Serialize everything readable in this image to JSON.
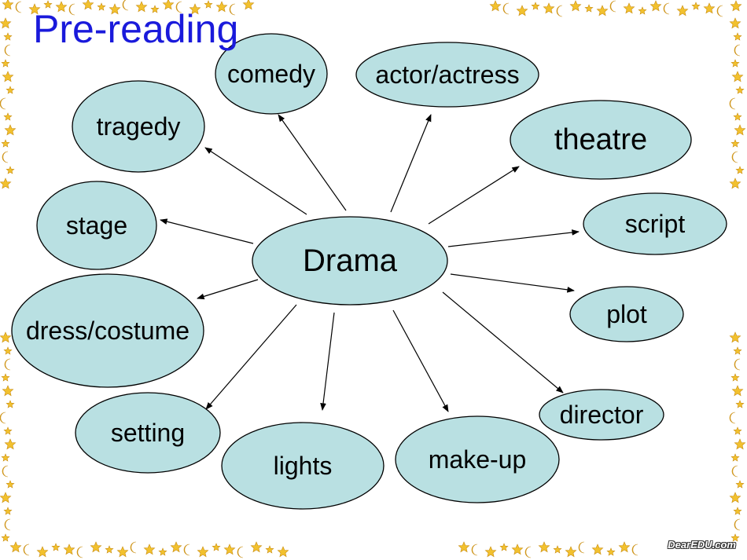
{
  "title": "Pre-reading",
  "center": {
    "label": "Drama"
  },
  "nodes": [
    {
      "id": "comedy",
      "label": "comedy"
    },
    {
      "id": "actor",
      "label": "actor/actress"
    },
    {
      "id": "theatre",
      "label": "theatre"
    },
    {
      "id": "script",
      "label": "script"
    },
    {
      "id": "plot",
      "label": "plot"
    },
    {
      "id": "director",
      "label": "director"
    },
    {
      "id": "makeup",
      "label": "make-up"
    },
    {
      "id": "lights",
      "label": "lights"
    },
    {
      "id": "setting",
      "label": "setting"
    },
    {
      "id": "costume",
      "label": "dress/costume"
    },
    {
      "id": "stage",
      "label": "stage"
    },
    {
      "id": "tragedy",
      "label": "tragedy"
    }
  ],
  "watermark": {
    "brand": "DearEDU.com"
  },
  "colors": {
    "ellipse_fill": "#b9e0e2",
    "ellipse_stroke": "#000000",
    "title": "#1a1adb",
    "star": "#f2c12e",
    "moon": "#f0b525"
  }
}
